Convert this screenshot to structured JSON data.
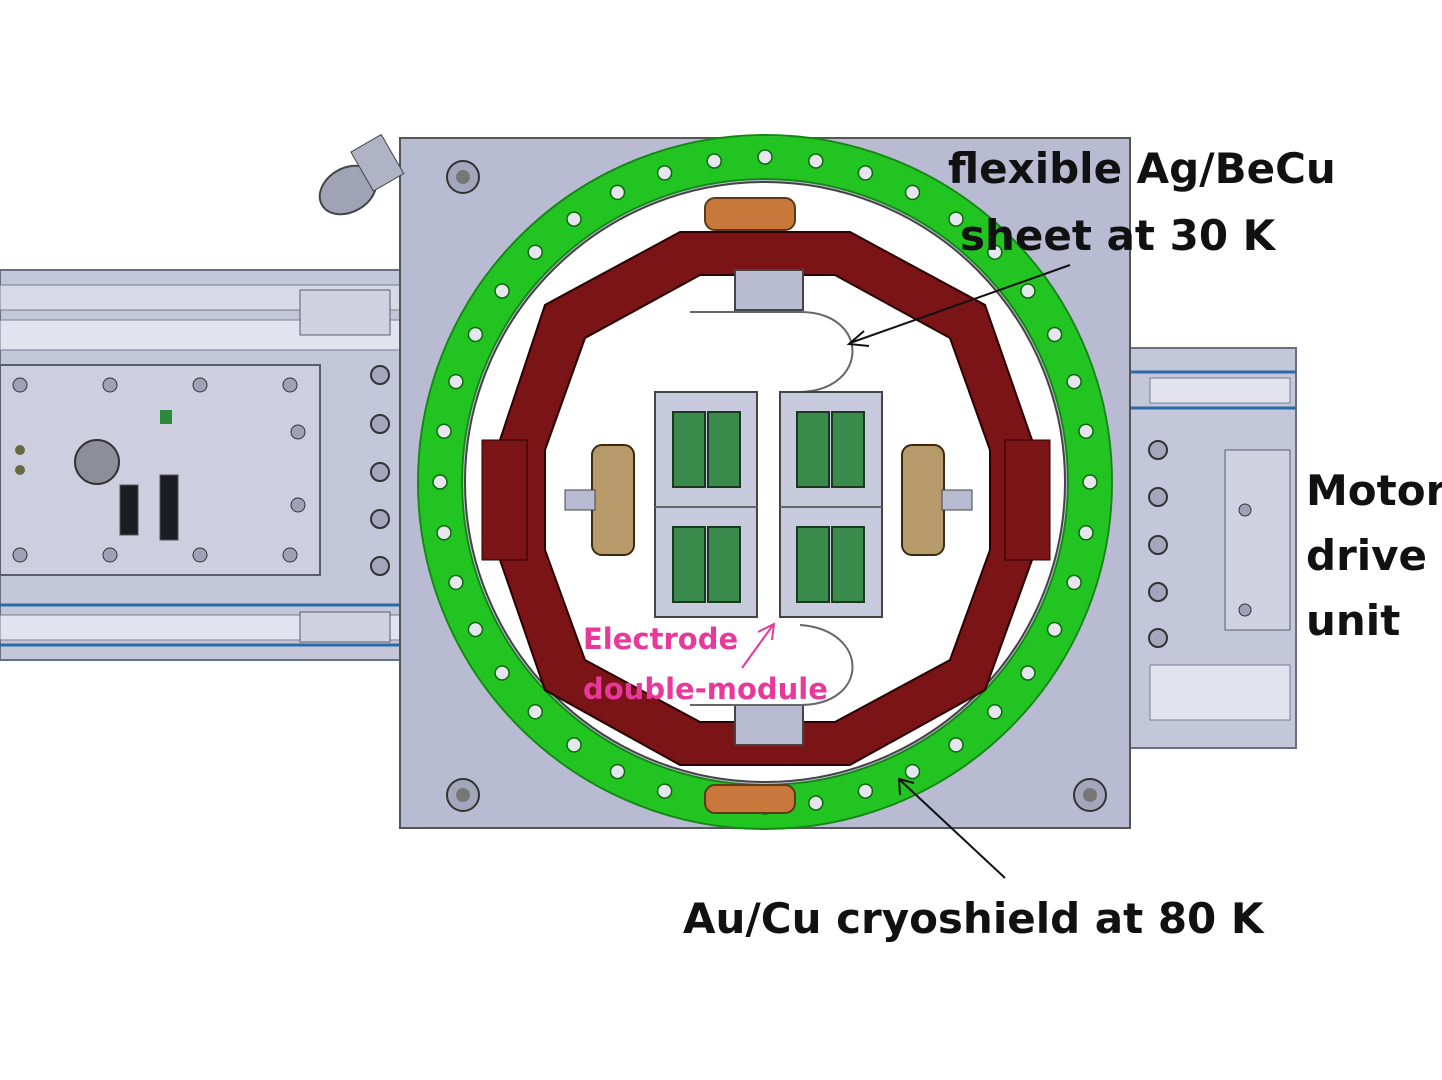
{
  "labels": {
    "flexible_line1": "flexible Ag/BeCu",
    "flexible_line2": "sheet at 30 K",
    "motor_line1": "Motor",
    "motor_line2": "drive",
    "motor_line3": "unit",
    "cryoshield": "Au/Cu cryoshield at 80 K",
    "electrode_line1": "Electrode",
    "electrode_line2": "double-module"
  },
  "colors": {
    "frame": "#b9bbd2",
    "green_ring": "#22c422",
    "cryoshield": "#7a1416",
    "connector": "#3a8a4c",
    "copper": "#c8783a",
    "electrode_label": "#e8389a"
  }
}
